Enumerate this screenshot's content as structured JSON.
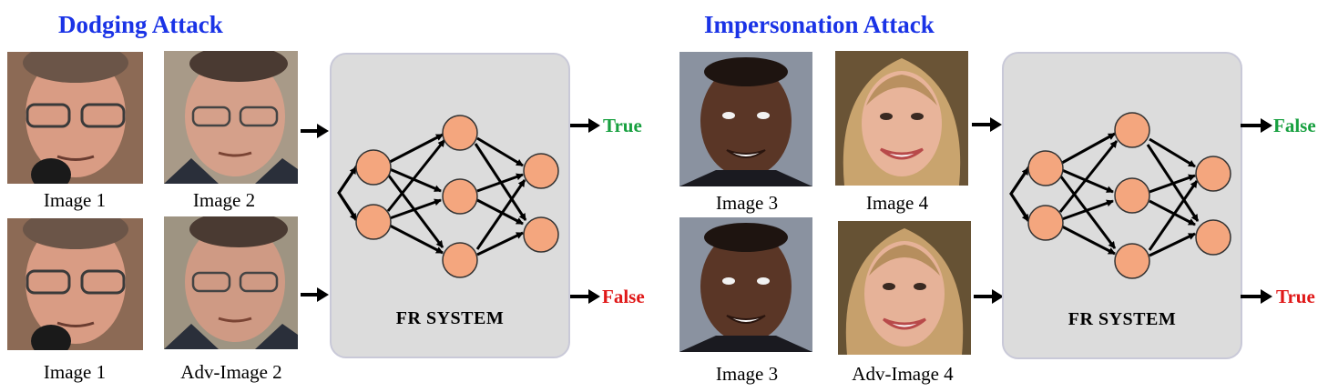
{
  "colors": {
    "title": "#1a33e6",
    "true": "#18a040",
    "false": "#e01818",
    "node": "#f4a67e",
    "box": "#dcdcdc"
  },
  "panels": [
    {
      "title": "Dodging Attack",
      "rows": [
        {
          "image_a": "Image 1",
          "image_b": "Image 2",
          "result": "True",
          "result_kind": "true"
        },
        {
          "image_a": "Image 1",
          "image_b": "Adv-Image 2",
          "result": "False",
          "result_kind": "false"
        }
      ],
      "system_label": "FR SYSTEM"
    },
    {
      "title": "Impersonation Attack",
      "rows": [
        {
          "image_a": "Image 3",
          "image_b": "Image 4",
          "result": "False",
          "result_kind": "true"
        },
        {
          "image_a": "Image 3",
          "image_b": "Adv-Image 4",
          "result": "True",
          "result_kind": "false"
        }
      ],
      "system_label": "FR SYSTEM"
    }
  ]
}
